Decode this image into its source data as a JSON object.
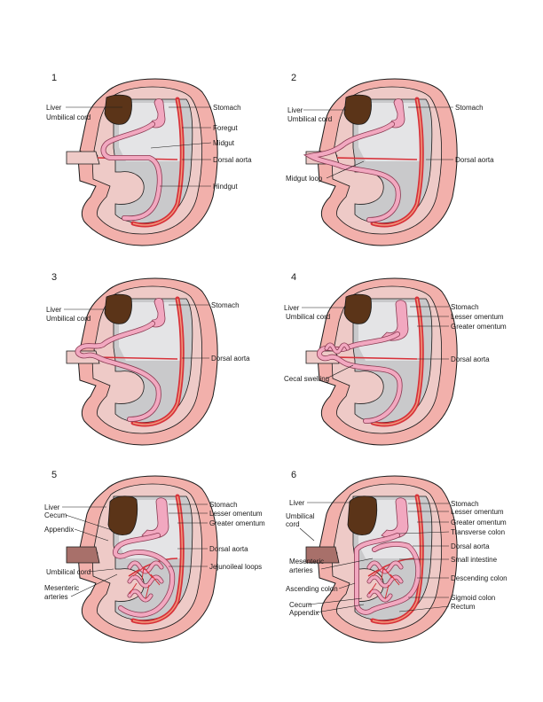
{
  "colors": {
    "outer_wall": "#f2b0ab",
    "inner_body": "#eecac7",
    "cavity": "#c9c9cb",
    "cavity_light": "#e4e4e6",
    "liver": "#5b3418",
    "gut": "#f2a8c0",
    "gut_stroke": "#8a3a52",
    "artery": "#d8323a",
    "artery_light": "#ef9a7e",
    "cord": "#a8706a",
    "outline": "#1a1a1a"
  },
  "panels": [
    {
      "number": "1",
      "labels": [
        {
          "id": "liver",
          "text": "Liver",
          "side": "left"
        },
        {
          "id": "umbilical-cord",
          "text": "Umbilical cord",
          "side": "left"
        },
        {
          "id": "stomach",
          "text": "Stomach",
          "side": "right"
        },
        {
          "id": "foregut",
          "text": "Foregut",
          "side": "right"
        },
        {
          "id": "midgut",
          "text": "Midgut",
          "side": "right"
        },
        {
          "id": "dorsal-aorta",
          "text": "Dorsal aorta",
          "side": "right"
        },
        {
          "id": "hindgut",
          "text": "Hindgut",
          "side": "right"
        }
      ]
    },
    {
      "number": "2",
      "labels": [
        {
          "id": "liver",
          "text": "Liver",
          "side": "left"
        },
        {
          "id": "umbilical-cord",
          "text": "Umbilical cord",
          "side": "left"
        },
        {
          "id": "midgut-loop",
          "text": "Midgut loop",
          "side": "left"
        },
        {
          "id": "stomach",
          "text": "Stomach",
          "side": "right"
        },
        {
          "id": "dorsal-aorta",
          "text": "Dorsal aorta",
          "side": "right"
        }
      ]
    },
    {
      "number": "3",
      "labels": [
        {
          "id": "liver",
          "text": "Liver",
          "side": "left"
        },
        {
          "id": "umbilical-cord",
          "text": "Umbilical cord",
          "side": "left"
        },
        {
          "id": "stomach",
          "text": "Stomach",
          "side": "right"
        },
        {
          "id": "dorsal-aorta",
          "text": "Dorsal aorta",
          "side": "right"
        }
      ]
    },
    {
      "number": "4",
      "labels": [
        {
          "id": "liver",
          "text": "Liver",
          "side": "left"
        },
        {
          "id": "umbilical-cord",
          "text": "Umbilical cord",
          "side": "left"
        },
        {
          "id": "cecal-swelling",
          "text": "Cecal swelling",
          "side": "left"
        },
        {
          "id": "stomach",
          "text": "Stomach",
          "side": "right"
        },
        {
          "id": "lesser-omentum",
          "text": "Lesser omentum",
          "side": "right"
        },
        {
          "id": "greater-omentum",
          "text": "Greater omentum",
          "side": "right"
        },
        {
          "id": "dorsal-aorta",
          "text": "Dorsal aorta",
          "side": "right"
        }
      ]
    },
    {
      "number": "5",
      "labels": [
        {
          "id": "liver",
          "text": "Liver",
          "side": "left"
        },
        {
          "id": "cecum",
          "text": "Cecum",
          "side": "left"
        },
        {
          "id": "appendix",
          "text": "Appendix",
          "side": "left"
        },
        {
          "id": "umbilical-cord",
          "text": "Umbilical cord",
          "side": "left"
        },
        {
          "id": "mesenteric-arteries-1",
          "text": "Mesenteric",
          "side": "left"
        },
        {
          "id": "mesenteric-arteries-2",
          "text": "arteries",
          "side": "left"
        },
        {
          "id": "stomach",
          "text": "Stomach",
          "side": "right"
        },
        {
          "id": "lesser-omentum",
          "text": "Lesser omentum",
          "side": "right"
        },
        {
          "id": "greater-omentum",
          "text": "Greater omentum",
          "side": "right"
        },
        {
          "id": "dorsal-aorta",
          "text": "Dorsal aorta",
          "side": "right"
        },
        {
          "id": "jejunoileal-loops",
          "text": "Jejunoileal loops",
          "side": "right"
        }
      ]
    },
    {
      "number": "6",
      "labels": [
        {
          "id": "liver",
          "text": "Liver",
          "side": "left"
        },
        {
          "id": "umbilical-cord-1",
          "text": "Umbilical",
          "side": "left"
        },
        {
          "id": "umbilical-cord-2",
          "text": "cord",
          "side": "left"
        },
        {
          "id": "mesenteric-arteries-1",
          "text": "Mesenteric",
          "side": "left"
        },
        {
          "id": "mesenteric-arteries-2",
          "text": "arteries",
          "side": "left"
        },
        {
          "id": "ascending-colon",
          "text": "Ascending colon",
          "side": "left"
        },
        {
          "id": "cecum",
          "text": "Cecum",
          "side": "left"
        },
        {
          "id": "appendix",
          "text": "Appendix",
          "side": "left"
        },
        {
          "id": "stomach",
          "text": "Stomach",
          "side": "right"
        },
        {
          "id": "lesser-omentum",
          "text": "Lesser omentum",
          "side": "right"
        },
        {
          "id": "greater-omentum",
          "text": "Greater omentum",
          "side": "right"
        },
        {
          "id": "transverse-colon",
          "text": "Transverse colon",
          "side": "right"
        },
        {
          "id": "dorsal-aorta",
          "text": "Dorsal aorta",
          "side": "right"
        },
        {
          "id": "small-intestine",
          "text": "Small intestine",
          "side": "right"
        },
        {
          "id": "descending-colon",
          "text": "Descending colon",
          "side": "right"
        },
        {
          "id": "sigmoid-colon",
          "text": "Sigmoid colon",
          "side": "right"
        },
        {
          "id": "rectum",
          "text": "Rectum",
          "side": "right"
        }
      ]
    }
  ]
}
